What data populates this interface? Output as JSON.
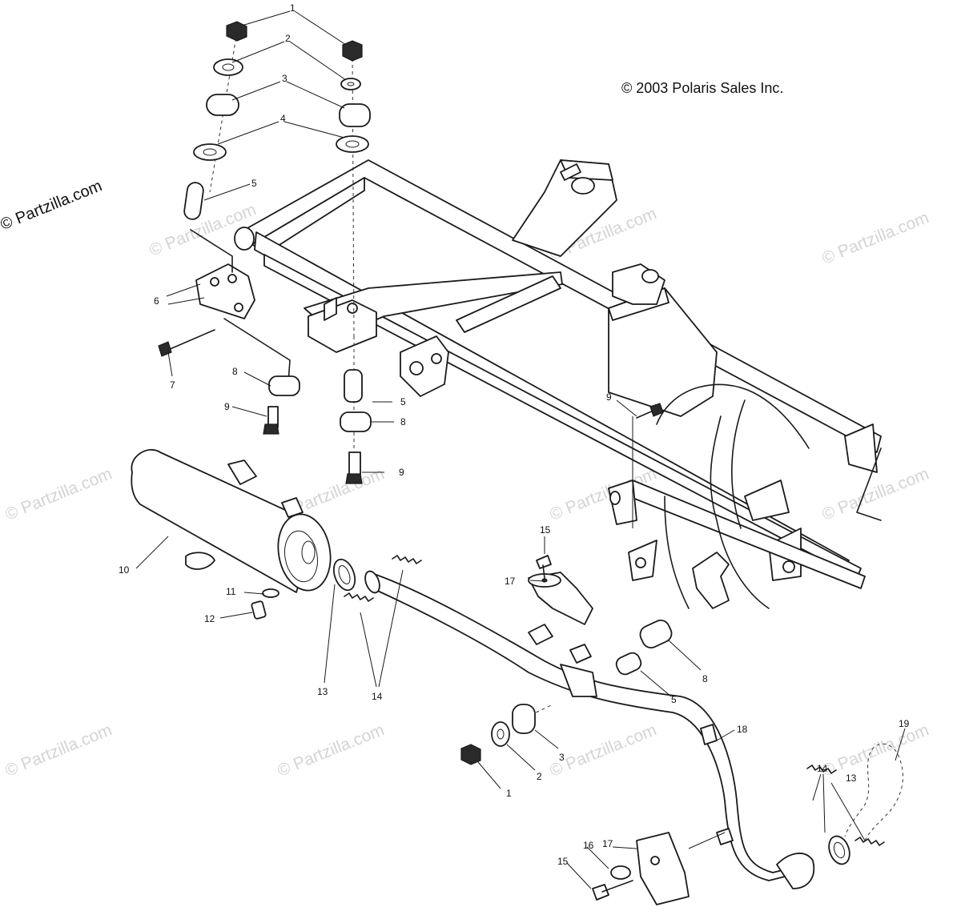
{
  "copyright": "© 2003 Polaris Sales Inc.",
  "source_watermark": "© Partzilla.com",
  "watermark": "© Partzilla.com",
  "callouts": [
    {
      "id": "c1a",
      "label": "1"
    },
    {
      "id": "c2a",
      "label": "2"
    },
    {
      "id": "c3a",
      "label": "3"
    },
    {
      "id": "c4a",
      "label": "4"
    },
    {
      "id": "c5a",
      "label": "5"
    },
    {
      "id": "c6",
      "label": "6"
    },
    {
      "id": "c7",
      "label": "7"
    },
    {
      "id": "c8a",
      "label": "8"
    },
    {
      "id": "c9a",
      "label": "9"
    },
    {
      "id": "c5b",
      "label": "5"
    },
    {
      "id": "c8b",
      "label": "8"
    },
    {
      "id": "c9b",
      "label": "9"
    },
    {
      "id": "c9c",
      "label": "9"
    },
    {
      "id": "c10",
      "label": "10"
    },
    {
      "id": "c11",
      "label": "11"
    },
    {
      "id": "c12",
      "label": "12"
    },
    {
      "id": "c13a",
      "label": "13"
    },
    {
      "id": "c14a",
      "label": "14"
    },
    {
      "id": "c15a",
      "label": "15"
    },
    {
      "id": "c17a",
      "label": "17"
    },
    {
      "id": "c8c",
      "label": "8"
    },
    {
      "id": "c5c",
      "label": "5"
    },
    {
      "id": "c18",
      "label": "18"
    },
    {
      "id": "c3b",
      "label": "3"
    },
    {
      "id": "c2b",
      "label": "2"
    },
    {
      "id": "c1b",
      "label": "1"
    },
    {
      "id": "c19",
      "label": "19"
    },
    {
      "id": "c14b",
      "label": "14"
    },
    {
      "id": "c13b",
      "label": "13"
    },
    {
      "id": "c17b",
      "label": "17"
    },
    {
      "id": "c16",
      "label": "16"
    },
    {
      "id": "c15b",
      "label": "15"
    }
  ]
}
